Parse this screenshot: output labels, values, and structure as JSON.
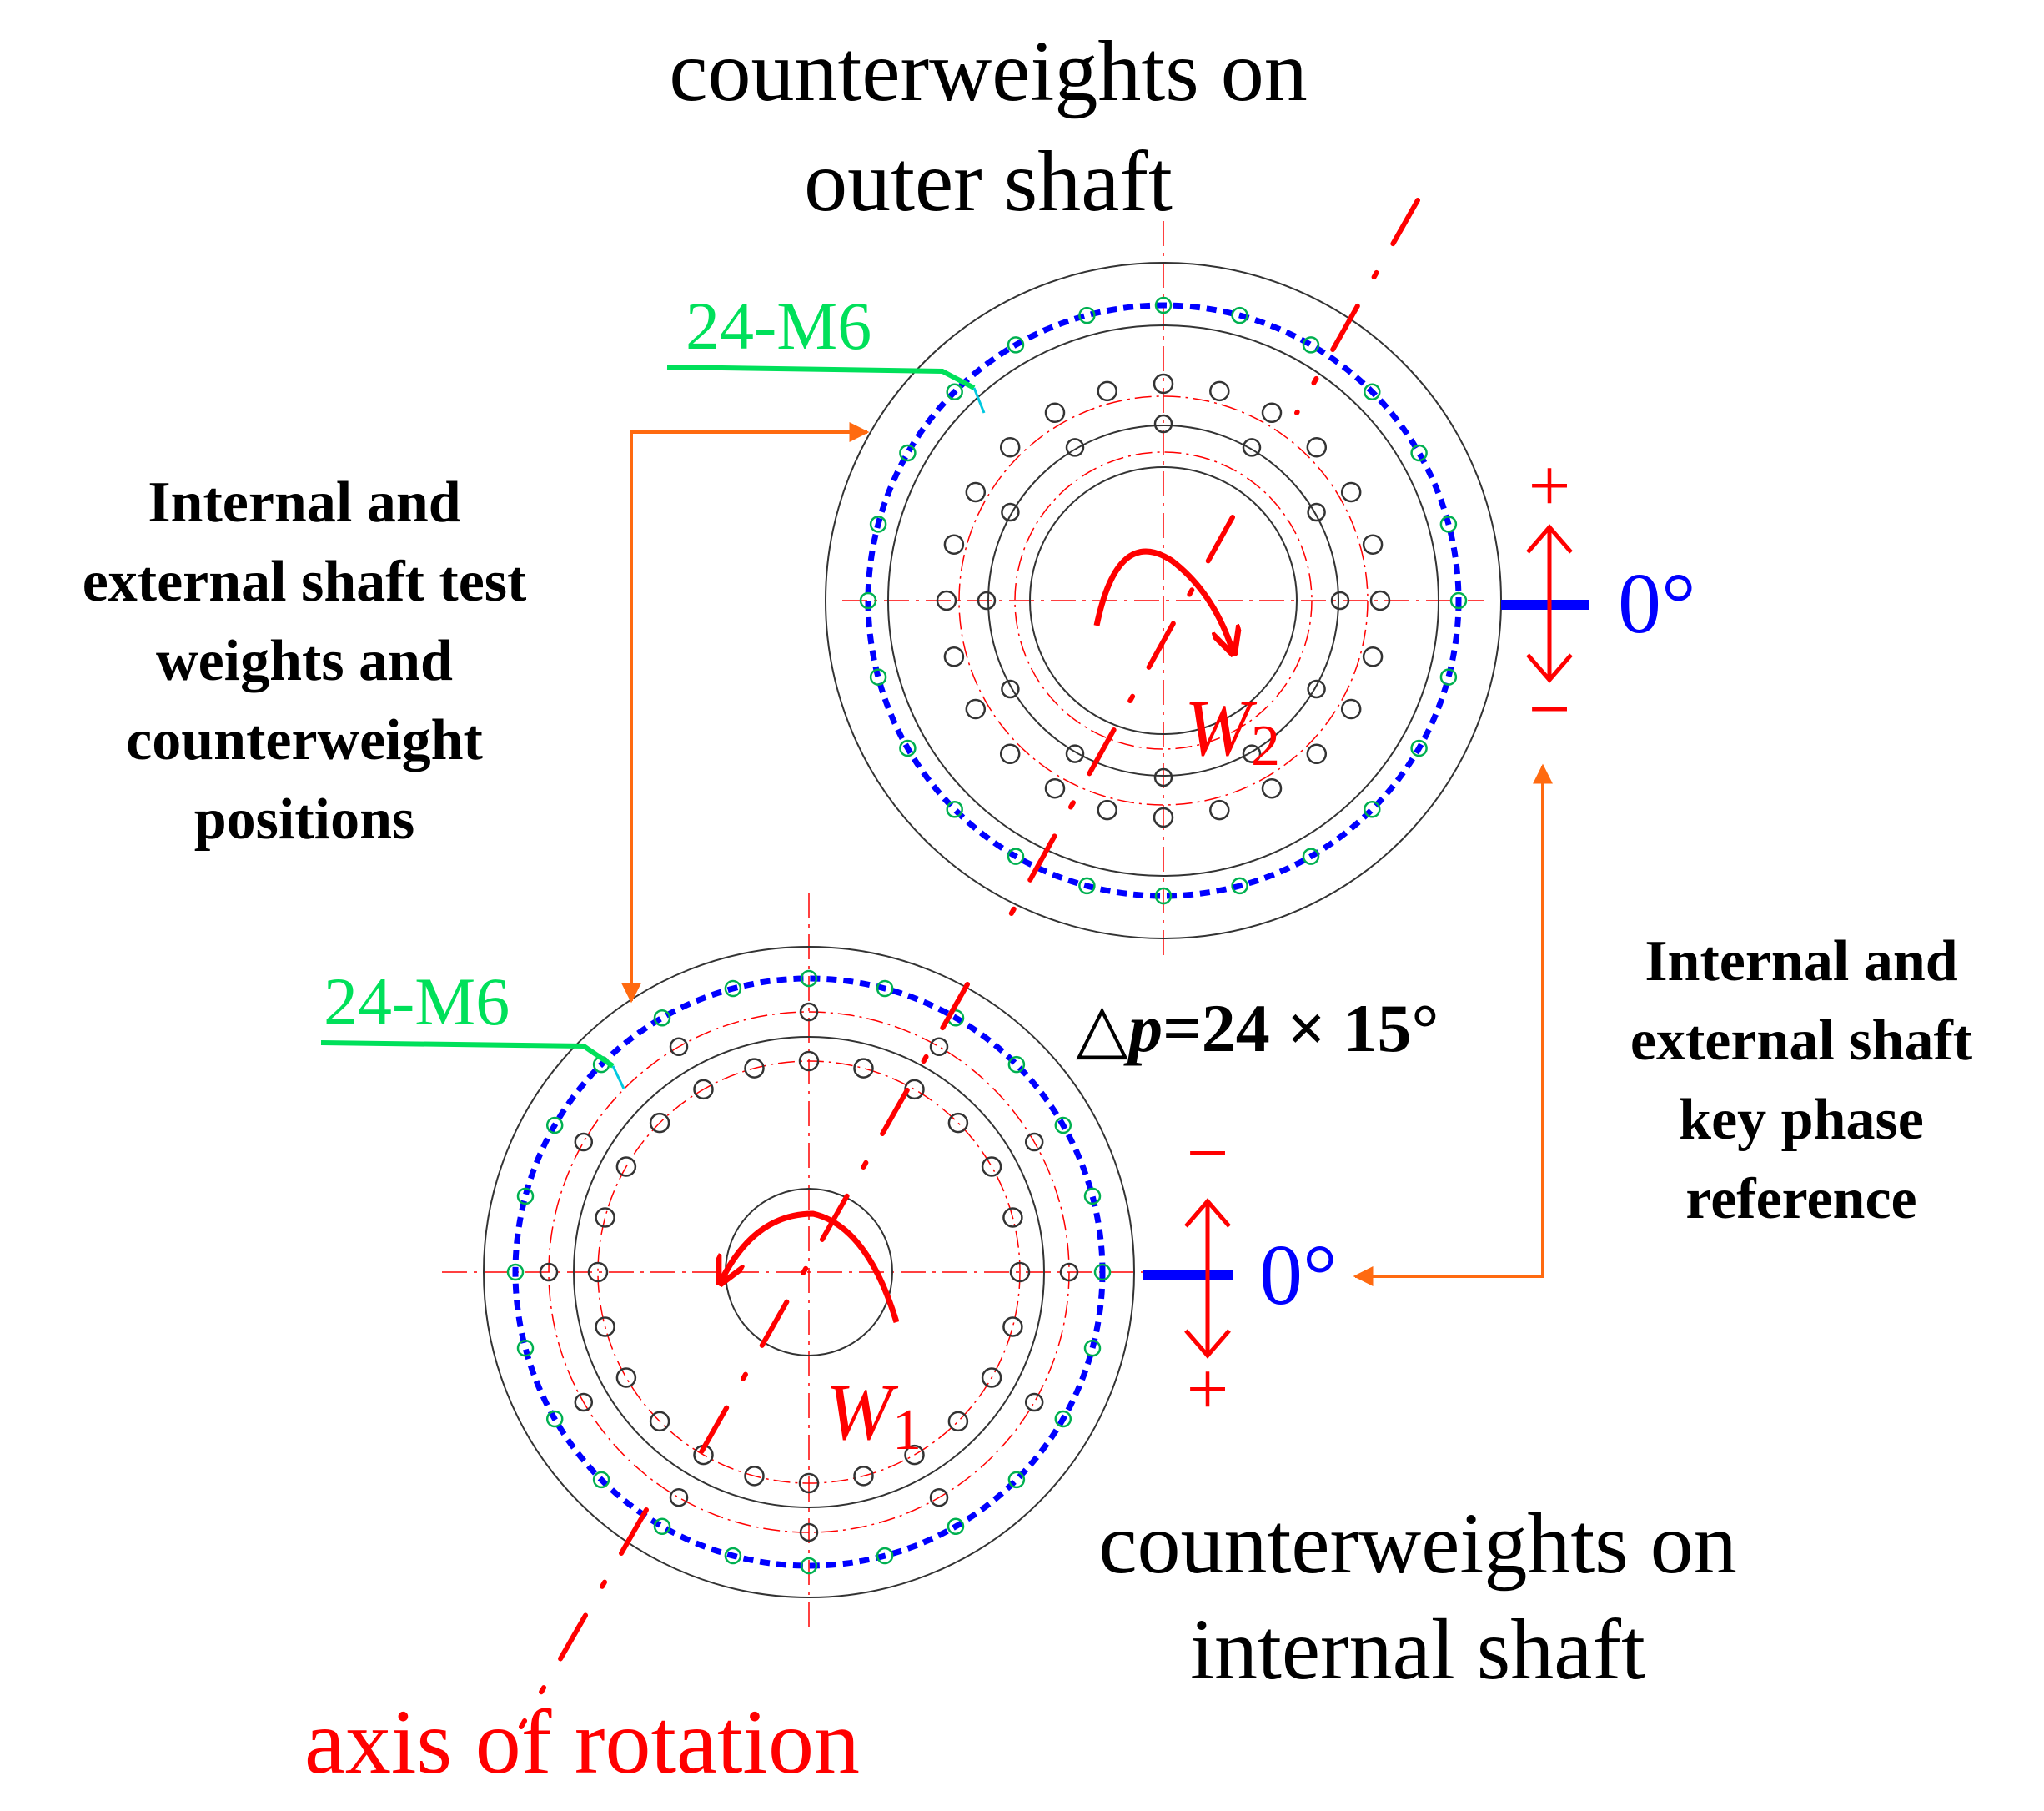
{
  "labels": {
    "outer_title_line1": "counterweights on",
    "outer_title_line2": "outer shaft",
    "inner_title_line1": "counterweights on",
    "inner_title_line2": "internal shaft",
    "bolt_spec_top": "24-M6",
    "bolt_spec_bottom": "24-M6",
    "left_note": [
      "Internal and",
      "external shaft test",
      "weights and",
      "counterweight",
      "positions"
    ],
    "right_note": [
      "Internal and",
      "external shaft",
      "key phase",
      "reference"
    ],
    "delta_symbol": "△",
    "delta_var": "p",
    "delta_rest": "=24 × 15°",
    "zero_top": "0°",
    "zero_bottom": "0°",
    "plus": "+",
    "minus": "−",
    "w2_letter": "W",
    "w2_sub": "2",
    "w1_letter": "W",
    "w1_sub": "1",
    "axis_label": "axis of rotation"
  },
  "colors": {
    "black": "#000000",
    "red": "#ff0000",
    "blue": "#0000ff",
    "green": "#00e05a",
    "orange": "#ff6a10",
    "cyan": "#00c8e0",
    "gray": "#333333"
  }
}
